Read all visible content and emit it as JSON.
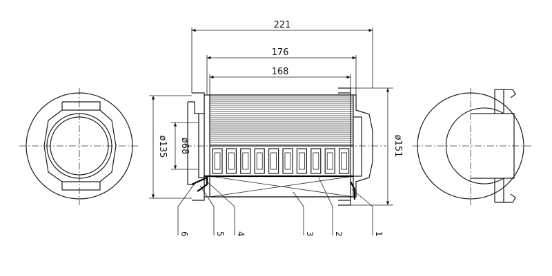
{
  "dimensions": {
    "overall_length": "221",
    "element_length": "176",
    "media_length": "168",
    "outer_diameter": "ø151",
    "flange_diameter": "ø135",
    "inner_diameter": "ø68"
  },
  "part_labels": [
    "1",
    "2",
    "3",
    "4",
    "5",
    "6"
  ]
}
